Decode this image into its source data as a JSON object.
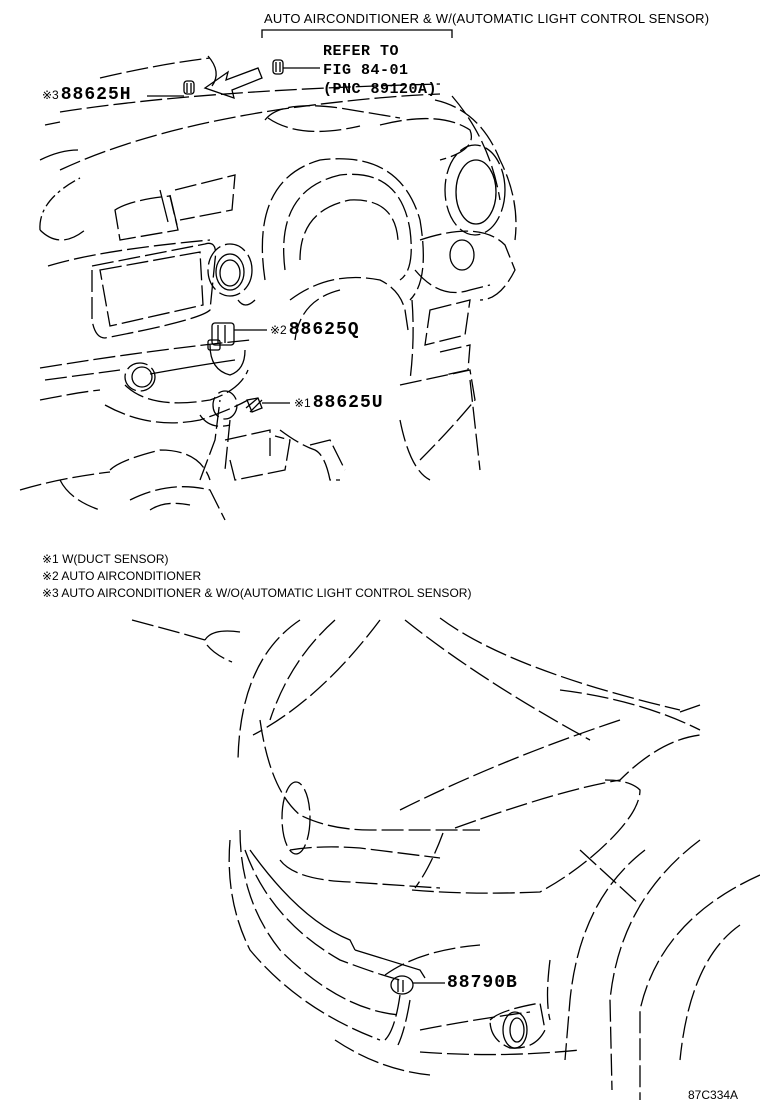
{
  "header": {
    "condition": "AUTO AIRCONDITIONER & W/(AUTOMATIC LIGHT CONTROL SENSOR)"
  },
  "reference": {
    "lines": [
      "REFER TO",
      "FIG 84-01",
      "(PNC 89120A)"
    ]
  },
  "parts": [
    {
      "mark": "※3",
      "number": "88625H"
    },
    {
      "mark": "※2",
      "number": "88625Q"
    },
    {
      "mark": "※1",
      "number": "88625U"
    },
    {
      "mark": "",
      "number": "88790B"
    }
  ],
  "notes": [
    "※1 W(DUCT SENSOR)",
    "※2 AUTO AIRCONDITIONER",
    "※3 AUTO AIRCONDITIONER & W/O(AUTOMATIC LIGHT CONTROL SENSOR)"
  ],
  "figure_id": "87C334A",
  "colors": {
    "ink": "#000000",
    "background": "#ffffff"
  }
}
